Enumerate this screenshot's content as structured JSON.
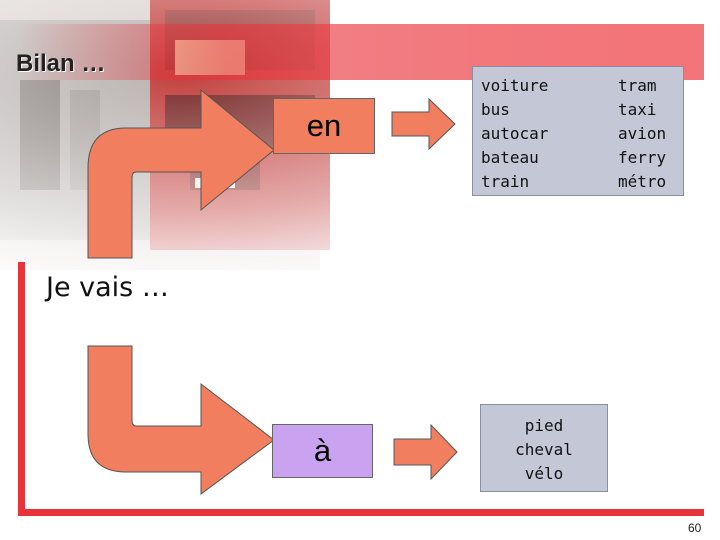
{
  "title": "Bilan …",
  "subtitle": "Je vais …",
  "groups": [
    {
      "preposition": "en",
      "columns": [
        [
          "voiture",
          "bus",
          "autocar",
          "bateau",
          "train"
        ],
        [
          "tram",
          "taxi",
          "avion",
          "ferry",
          "métro"
        ]
      ]
    },
    {
      "preposition": "à",
      "columns": [
        [
          "pied",
          "cheval",
          "vélo"
        ]
      ]
    }
  ],
  "page_number": "60",
  "colors": {
    "frame": "#e8333a",
    "arrow": "#f07e5f",
    "en_box": "#f07e5f",
    "a_box": "#c9a3f0",
    "list_box": "#c4c8d6"
  }
}
